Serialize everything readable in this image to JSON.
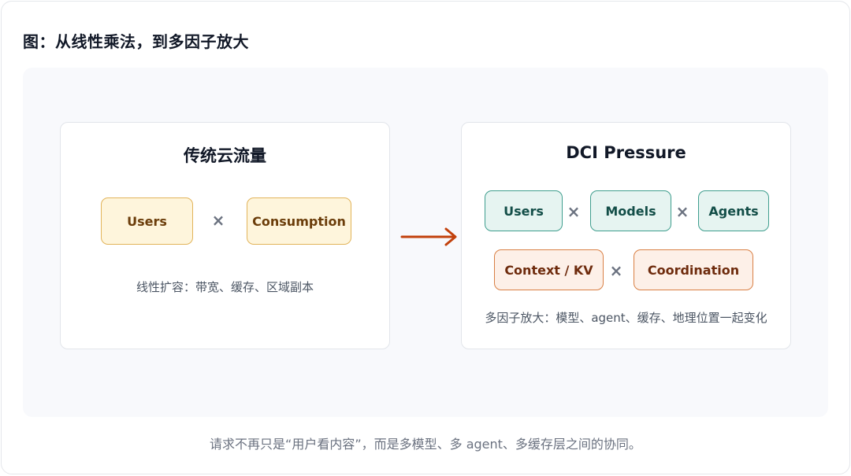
{
  "figure_title": "图：从线性乘法，到多因子放大",
  "left_panel": {
    "title": "传统云流量",
    "factors": [
      "Users",
      "Consumption"
    ],
    "operator": "×",
    "note": "线性扩容：带宽、缓存、区域副本"
  },
  "right_panel": {
    "title": "DCI Pressure",
    "row1": [
      "Users",
      "Models",
      "Agents"
    ],
    "row2": [
      "Context / KV",
      "Coordination"
    ],
    "operator": "×",
    "note": "多因子放大：模型、agent、缓存、地理位置一起变化"
  },
  "caption": "请求不再只是“用户看内容”，而是多模型、多 agent、多缓存层之间的协同。",
  "colors": {
    "arrow": "#c2410c",
    "yellow_fill": "#fef5dc",
    "green_fill": "#e6f4f1",
    "orange_fill": "#fdf0e8"
  }
}
